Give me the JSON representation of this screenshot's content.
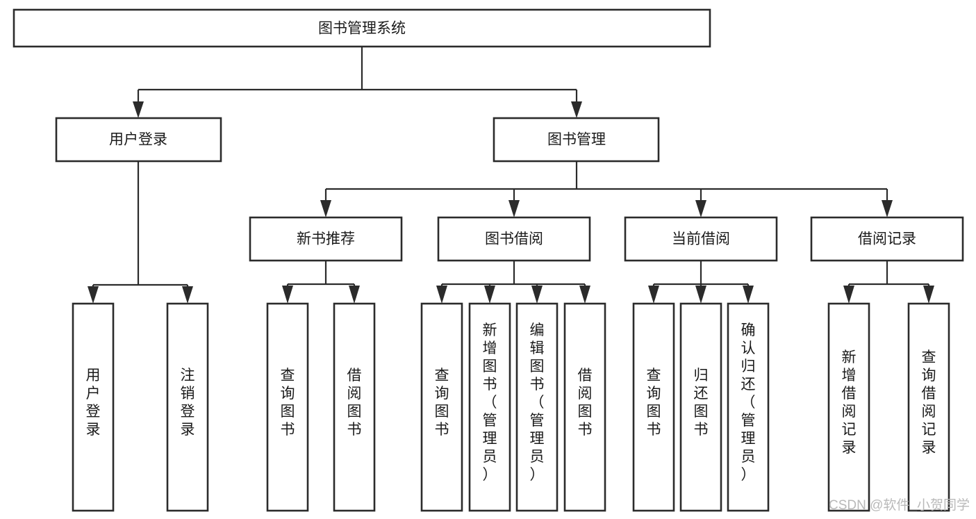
{
  "diagram": {
    "title": "图书管理系统",
    "type": "tree",
    "orientation": "top-down",
    "background_color": "#ffffff",
    "box_stroke_color": "#2b2b2b",
    "box_fill_color": "#ffffff",
    "connector_color": "#2b2b2b",
    "text_color": "#1a1a1a"
  },
  "nodes": {
    "root": {
      "id": "root",
      "label": "图书管理系统",
      "level": 1,
      "orientation": "horizontal"
    },
    "l2": [
      {
        "id": "user-login",
        "label": "用户登录",
        "level": 2,
        "orientation": "horizontal"
      },
      {
        "id": "book-manage",
        "label": "图书管理",
        "level": 2,
        "orientation": "horizontal"
      }
    ],
    "l3": [
      {
        "id": "new-book-recommend",
        "label": "新书推荐",
        "level": 3,
        "orientation": "horizontal",
        "parent": "book-manage"
      },
      {
        "id": "book-borrow",
        "label": "图书借阅",
        "level": 3,
        "orientation": "horizontal",
        "parent": "book-manage"
      },
      {
        "id": "current-borrow",
        "label": "当前借阅",
        "level": 3,
        "orientation": "horizontal",
        "parent": "book-manage"
      },
      {
        "id": "borrow-record",
        "label": "借阅记录",
        "level": 3,
        "orientation": "horizontal",
        "parent": "book-manage"
      }
    ],
    "leaves": [
      {
        "id": "leaf-user-login",
        "label": "用户登录",
        "level": 3,
        "orientation": "vertical",
        "parent": "user-login"
      },
      {
        "id": "leaf-user-logout",
        "label": "注销登录",
        "level": 3,
        "orientation": "vertical",
        "parent": "user-login"
      },
      {
        "id": "leaf-query-book-1",
        "label": "查询图书",
        "level": 4,
        "orientation": "vertical",
        "parent": "new-book-recommend"
      },
      {
        "id": "leaf-borrow-book-1",
        "label": "借阅图书",
        "level": 4,
        "orientation": "vertical",
        "parent": "new-book-recommend"
      },
      {
        "id": "leaf-query-book-2",
        "label": "查询图书",
        "level": 4,
        "orientation": "vertical",
        "parent": "book-borrow"
      },
      {
        "id": "leaf-add-book",
        "label": "新增图书（管理员）",
        "level": 4,
        "orientation": "vertical",
        "parent": "book-borrow"
      },
      {
        "id": "leaf-edit-book",
        "label": "编辑图书（管理员）",
        "level": 4,
        "orientation": "vertical",
        "parent": "book-borrow"
      },
      {
        "id": "leaf-borrow-book-2",
        "label": "借阅图书",
        "level": 4,
        "orientation": "vertical",
        "parent": "book-borrow"
      },
      {
        "id": "leaf-query-book-3",
        "label": "查询图书",
        "level": 4,
        "orientation": "vertical",
        "parent": "current-borrow"
      },
      {
        "id": "leaf-return-book",
        "label": "归还图书",
        "level": 4,
        "orientation": "vertical",
        "parent": "current-borrow"
      },
      {
        "id": "leaf-confirm-return",
        "label": "确认归还（管理员）",
        "level": 4,
        "orientation": "vertical",
        "parent": "current-borrow"
      },
      {
        "id": "leaf-add-record",
        "label": "新增借阅记录",
        "level": 4,
        "orientation": "vertical",
        "parent": "borrow-record"
      },
      {
        "id": "leaf-query-record",
        "label": "查询借阅记录",
        "level": 4,
        "orientation": "vertical",
        "parent": "borrow-record"
      }
    ]
  },
  "watermark": {
    "text": "CSDN @软件_小贺同学",
    "color": "#b9b9b9"
  }
}
